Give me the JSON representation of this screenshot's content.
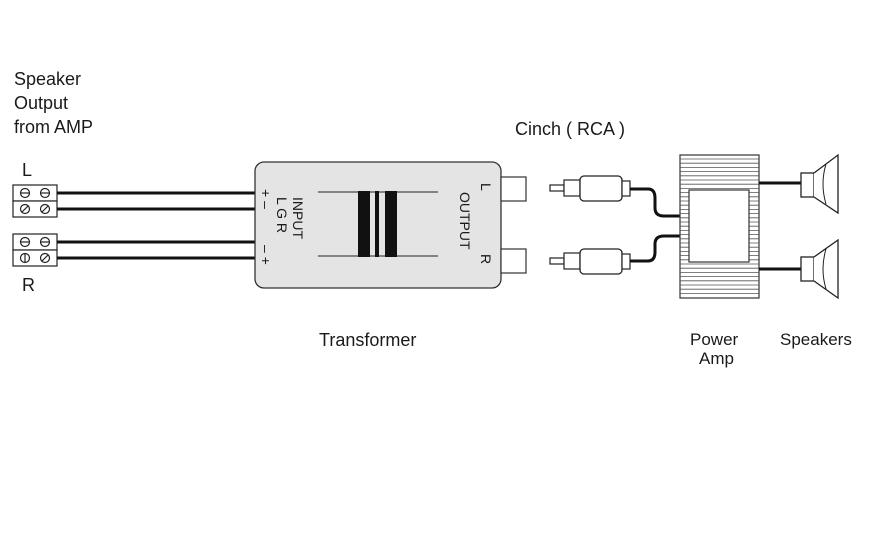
{
  "labels": {
    "speaker_output": [
      "Speaker",
      "Output",
      "from AMP"
    ],
    "left": "L",
    "right": "R",
    "cinch": "Cinch ( RCA )",
    "transformer": "Transformer",
    "power_amp": [
      "Power",
      "Amp"
    ],
    "speakers": "Speakers",
    "input": "INPUT",
    "input_pins": "L  G  R",
    "output": "OUTPUT",
    "out_l": "L",
    "out_r": "R",
    "pol_left": "+ –",
    "pol_right": "– +"
  }
}
